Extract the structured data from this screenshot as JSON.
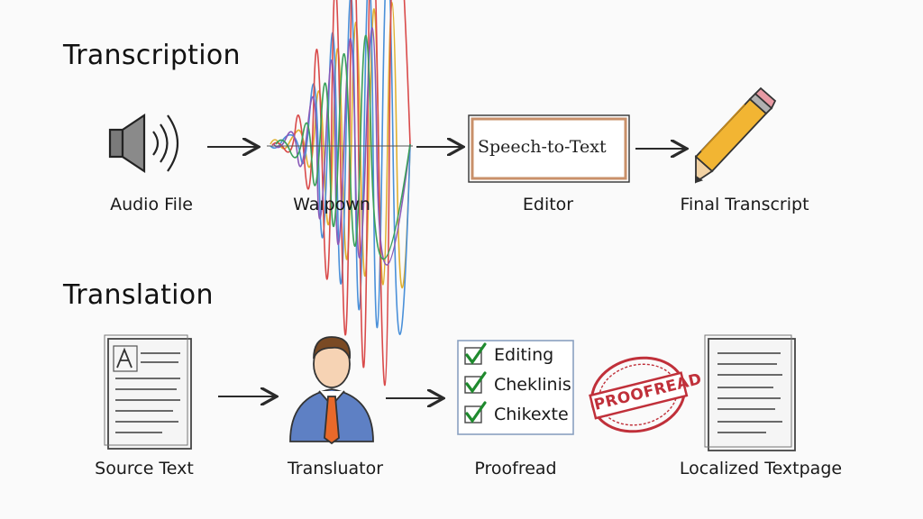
{
  "transcription": {
    "title": "Transcription",
    "steps": [
      {
        "label": "Audio File",
        "icon": "speaker-icon"
      },
      {
        "label": "Waıpown",
        "icon": "waveform-icon"
      },
      {
        "label": "Editor",
        "box_text": "Speech-to-Text"
      },
      {
        "label": "Final Transcript",
        "icon": "pencil-icon"
      }
    ]
  },
  "translation": {
    "title": "Translation",
    "steps": [
      {
        "label": "Source Text",
        "icon": "document-icon"
      },
      {
        "label": "Transluator",
        "icon": "translator-person-icon"
      },
      {
        "label": "Proofread",
        "checklist": [
          "Editing",
          "Cheklinis",
          "Chikexte"
        ]
      },
      {
        "label": "Localized Textpage",
        "icon": "document-icon"
      }
    ],
    "stamp_text": "PROOFREAD"
  },
  "colors": {
    "arrow": "#2a2a2a",
    "pencil_body": "#f2b533",
    "eraser": "#e89aa4",
    "check": "#1f8a2e",
    "stamp": "#c0303a",
    "shirt": "#5e80c4",
    "tie": "#e8692a"
  }
}
